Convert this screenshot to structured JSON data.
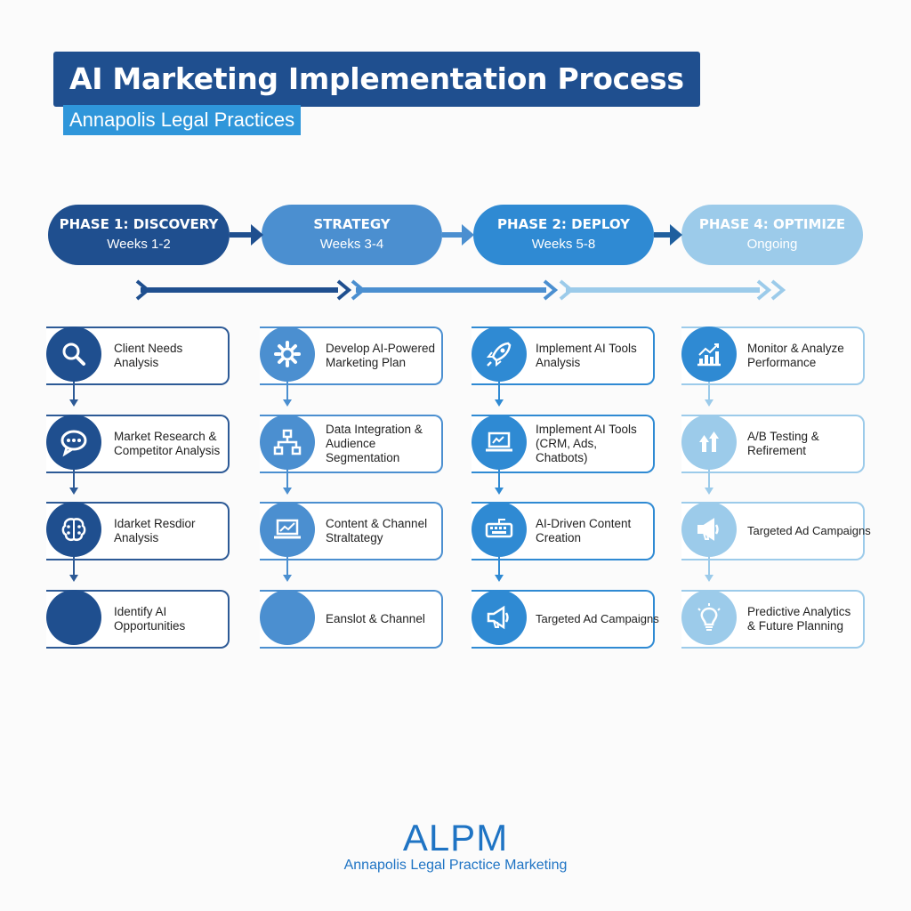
{
  "header": {
    "title": "AI Marketing Implementation Process",
    "subtitle": "Annapolis Legal Practices"
  },
  "colors": {
    "col1": "#1f4f8f",
    "col2": "#4b8fd0",
    "col3": "#2f8ad3",
    "col4": "#9ccbea"
  },
  "phases": [
    {
      "title": "PHASE 1: DISCOVERY",
      "weeks": "Weeks 1-2"
    },
    {
      "title": "STRATEGY",
      "weeks": "Weeks 3-4"
    },
    {
      "title": "PHASE 2: DEPLOY",
      "weeks": "Weeks 5-8"
    },
    {
      "title": "PHASE 4: OPTIMIZE",
      "weeks": "Ongoing"
    }
  ],
  "columns": [
    {
      "items": [
        {
          "label": "Client Needs Analysis",
          "icon": "magnifier-icon"
        },
        {
          "label": "Market Research & Competitor Analysis",
          "icon": "chat-bubble-icon"
        },
        {
          "label": "Idarket Resdior Analysis",
          "icon": "brain-icon"
        },
        {
          "label": "Identify AI Opportunities",
          "icon": ""
        }
      ]
    },
    {
      "items": [
        {
          "label": "Develop AI-Powered Marketing Plan",
          "icon": "gear-icon"
        },
        {
          "label": "Data Integration & Audience Segmentation",
          "icon": "org-chart-icon"
        },
        {
          "label": "Content & Channel Straltategy",
          "icon": "laptop-chart-icon"
        },
        {
          "label": "Eanslot & Channel",
          "icon": ""
        }
      ]
    },
    {
      "items": [
        {
          "label": "Implement AI Tools Analysis",
          "icon": "rocket-icon"
        },
        {
          "label": "Implement AI Tools (CRM, Ads, Chatbots)",
          "icon": "laptop-chart-icon"
        },
        {
          "label": "AI-Driven Content Creation",
          "icon": "keyboard-icon"
        },
        {
          "label": "Targeted Ad Campaigns",
          "icon": "megaphone-icon"
        }
      ]
    },
    {
      "items": [
        {
          "label": "Monitor & Analyze Performance",
          "icon": "growth-chart-icon"
        },
        {
          "label": "A/B Testing & Refirement",
          "icon": "up-arrows-icon"
        },
        {
          "label": "Targeted Ad Campaigns",
          "icon": "megaphone-icon"
        },
        {
          "label": "Predictive Analytics & Future Planning",
          "icon": "lightbulb-icon"
        }
      ]
    }
  ],
  "footer": {
    "logo": "ALPM",
    "name": "Annapolis Legal Practice Marketing"
  }
}
